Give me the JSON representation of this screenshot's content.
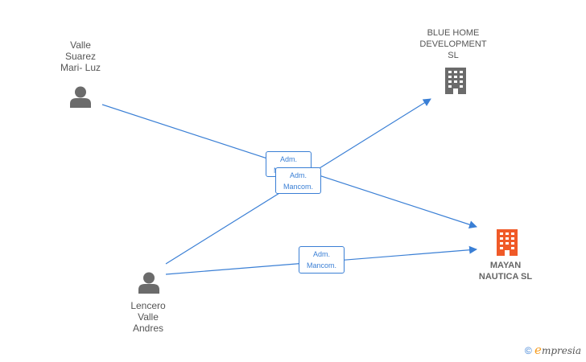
{
  "nodes": {
    "person_1": {
      "label": "Valle\nSuarez\nMari-  Luz",
      "icon": "person-icon"
    },
    "person_2": {
      "label": "Lencero\nValle\nAndres",
      "icon": "person-icon"
    },
    "company_1": {
      "label": "BLUE HOME\nDEVELOPMENT\nSL",
      "icon": "building-icon",
      "color": "#6b6b6b"
    },
    "company_2": {
      "label": "MAYAN\nNAUTICA SL",
      "icon": "building-icon",
      "color": "#f05a28"
    }
  },
  "edges": {
    "edge_1": {
      "label": "Adm.\nMancom."
    },
    "edge_2": {
      "label": "Adm.\nMancom."
    },
    "edge_3": {
      "label": "Adm.\nMancom."
    }
  },
  "colors": {
    "edge": "#3a7fd5",
    "person": "#6b6b6b"
  },
  "footer": {
    "copyright": "©",
    "brand_initial": "e",
    "brand_rest": "mpresia"
  }
}
